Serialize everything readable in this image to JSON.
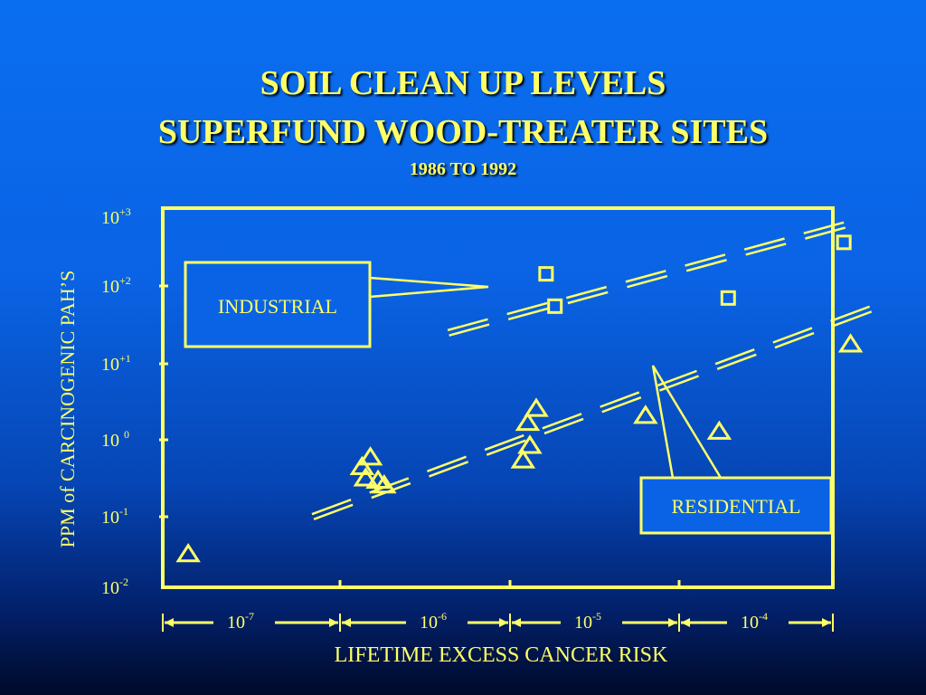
{
  "slide": {
    "title_line1": "SOIL CLEAN UP LEVELS",
    "title_line2": "SUPERFUND WOOD-TREATER SITES",
    "subtitle": "1986 TO 1992"
  },
  "colors": {
    "foreground": "#ffff66",
    "background_top": "#0a6ef0",
    "background_bottom": "#000a28"
  },
  "chart_data": {
    "type": "scatter",
    "xlabel": "LIFETIME EXCESS CANCER RISK",
    "ylabel": "PPM of CARCINOGENIC PAH’S",
    "x_scale": "log",
    "y_scale": "log",
    "xlim": [
      1e-07,
      0.0001
    ],
    "ylim": [
      0.01,
      1000
    ],
    "x_ticks": [
      {
        "base": "10",
        "exp": "-7"
      },
      {
        "base": "10",
        "exp": "-6"
      },
      {
        "base": "10",
        "exp": "-5"
      },
      {
        "base": "10",
        "exp": "-4"
      }
    ],
    "y_ticks": [
      {
        "value": 1000,
        "base": "10",
        "exp": "+3"
      },
      {
        "value": 100,
        "base": "10",
        "exp": "+2"
      },
      {
        "value": 10,
        "base": "10",
        "exp": "+1"
      },
      {
        "value": 1,
        "base": "10 ",
        "exp": "0"
      },
      {
        "value": 0.1,
        "base": "10",
        "exp": "-1"
      },
      {
        "value": 0.01,
        "base": "10",
        "exp": "-2"
      }
    ],
    "legend": "none",
    "series": [
      {
        "name": "INDUSTRIAL",
        "marker": "square",
        "points": [
          {
            "x": 5.2e-06,
            "y": 150
          },
          {
            "x": 5.7e-06,
            "y": 55
          },
          {
            "x": 3.4e-05,
            "y": 70
          },
          {
            "x": 0.000112,
            "y": 430
          }
        ],
        "trend": [
          {
            "x": 1.9e-06,
            "y": 25
          },
          {
            "x": 0.000118,
            "y": 800
          }
        ]
      },
      {
        "name": "RESIDENTIAL",
        "marker": "triangle",
        "points": [
          {
            "x": 1.3e-07,
            "y": 0.03
          },
          {
            "x": 8.5e-07,
            "y": 0.6
          },
          {
            "x": 7.8e-07,
            "y": 0.45
          },
          {
            "x": 8.1e-07,
            "y": 0.32
          },
          {
            "x": 9.2e-07,
            "y": 0.3
          },
          {
            "x": 9.8e-07,
            "y": 0.26
          },
          {
            "x": 4.7e-06,
            "y": 2.6
          },
          {
            "x": 4.3e-06,
            "y": 1.7
          },
          {
            "x": 4.4e-06,
            "y": 0.85
          },
          {
            "x": 4.1e-06,
            "y": 0.55
          },
          {
            "x": 1.45e-05,
            "y": 2.1
          },
          {
            "x": 3.1e-05,
            "y": 1.3
          },
          {
            "x": 0.00012,
            "y": 18
          }
        ],
        "trend": [
          {
            "x": 4.7e-07,
            "y": 0.1
          },
          {
            "x": 0.00016,
            "y": 55
          }
        ]
      }
    ]
  }
}
